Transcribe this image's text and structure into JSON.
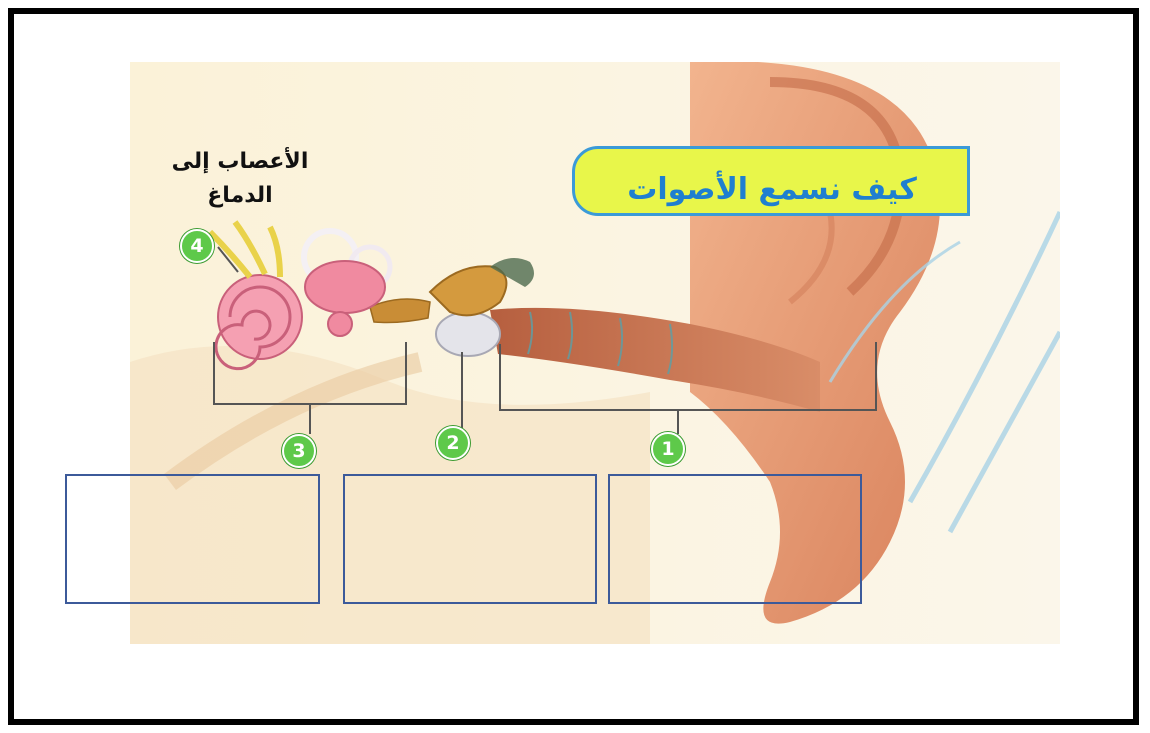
{
  "title": "كيف نسمع الأصوات",
  "nerve_label": "الأعصاب إلى الدماغ",
  "labels": [
    "1",
    "2",
    "3",
    "4"
  ],
  "answer_boxes": [
    "",
    "",
    ""
  ],
  "colors": {
    "title_fill": "#e8f64a",
    "title_border": "#3b9ad8",
    "title_text": "#1f7fd0",
    "label_circle": "#5ec94a",
    "answer_border": "#3c5a9a",
    "skin": "#e9a07a",
    "ear_canal": "#c8714e",
    "cochlea": "#f08aa0",
    "ossicles": "#d49a3e",
    "sound_waves": "#a9d3e6"
  }
}
